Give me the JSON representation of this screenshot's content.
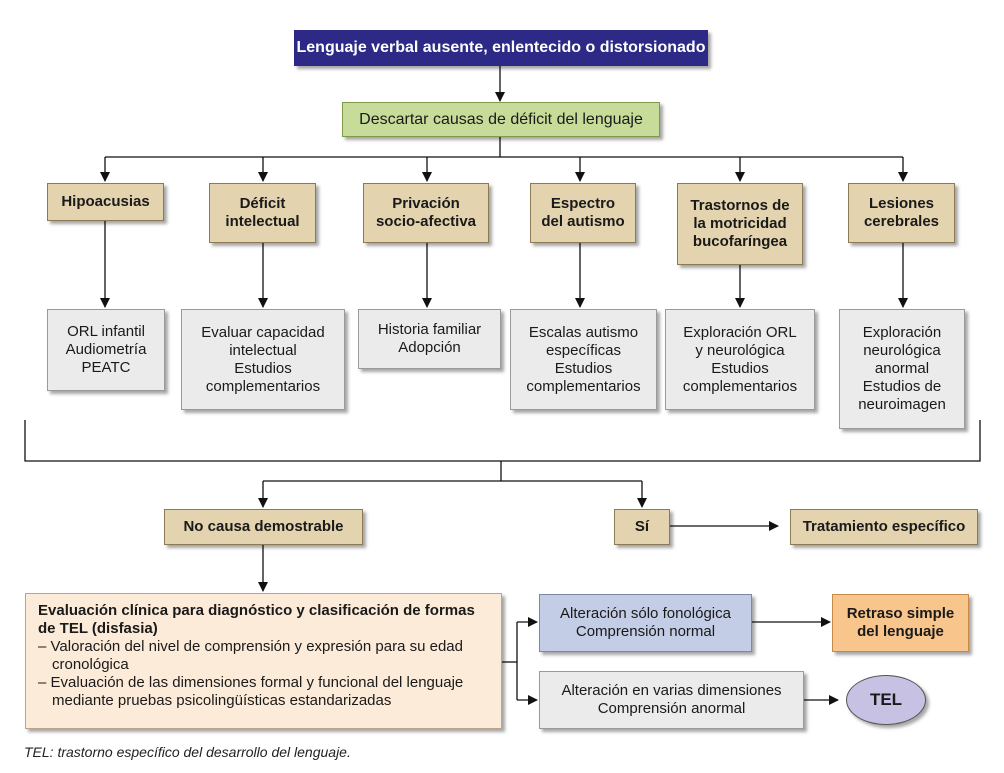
{
  "top": "Lenguaje verbal ausente, enlentecido o distorsionado",
  "rule_out": "Descartar causas de déficit del lenguaje",
  "causes": [
    {
      "title": [
        "Hipoacusias"
      ],
      "studies": [
        "ORL infantil",
        "Audiometría",
        "PEATC"
      ]
    },
    {
      "title": [
        "Déficit",
        "intelectual"
      ],
      "studies": [
        "Evaluar capacidad",
        "intelectual",
        "Estudios",
        "complementarios"
      ]
    },
    {
      "title": [
        "Privación",
        "socio-afectiva"
      ],
      "studies": [
        "Historia familiar",
        "Adopción"
      ]
    },
    {
      "title": [
        "Espectro",
        "del autismo"
      ],
      "studies": [
        "Escalas autismo",
        "específicas",
        "Estudios",
        "complementarios"
      ]
    },
    {
      "title": [
        "Trastornos de",
        "la motricidad",
        "bucofaríngea"
      ],
      "studies": [
        "Exploración ORL",
        "y neurológica",
        "Estudios",
        "complementarios"
      ]
    },
    {
      "title": [
        "Lesiones",
        "cerebrales"
      ],
      "studies": [
        "Exploración",
        "neurológica",
        "anormal",
        "Estudios de",
        "neuroimagen"
      ]
    }
  ],
  "no_cause": "No causa demostrable",
  "yes": "Sí",
  "specific_treatment": "Tratamiento específico",
  "evaluation": {
    "title": "Evaluación clínica para diagnóstico y clasificación de formas de TEL (disfasia)",
    "items": [
      "– Valoración del nivel de comprensión y expresión para su edad cronológica",
      "– Evaluación de las dimensiones formal y funcional del lenguaje mediante pruebas psicolingüísticas estandarizadas"
    ]
  },
  "phonological": [
    "Alteración sólo fonológica",
    "Comprensión normal"
  ],
  "multiple": [
    "Alteración en varias dimensiones",
    "Comprensión anormal"
  ],
  "simple_delay": [
    "Retraso simple",
    "del lenguaje"
  ],
  "tel": "TEL",
  "footnote": "TEL: trastorno específico del desarrollo del lenguaje."
}
